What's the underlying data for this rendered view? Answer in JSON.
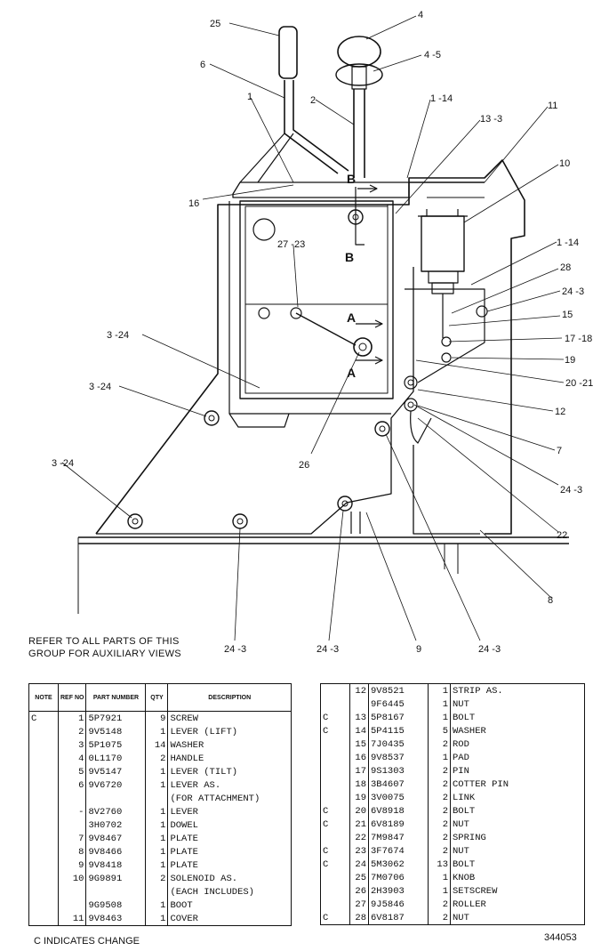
{
  "callouts": {
    "c25": "25",
    "c4": "4",
    "c4_5": "4 -5",
    "c6": "6",
    "c1": "1",
    "c2": "2",
    "c1_14a": "1 -14",
    "c13_3": "13 -3",
    "c11": "11",
    "c10": "10",
    "c16": "16",
    "c27_23": "27 -23",
    "c1_14b": "1 -14",
    "c28": "28",
    "c24_3a": "24 -3",
    "c15": "15",
    "c17_18": "17 -18",
    "c19": "19",
    "c20_21": "20 -21",
    "c3_24a": "3 -24",
    "c3_24b": "3 -24",
    "c3_24c": "3 -24",
    "c12": "12",
    "c7": "7",
    "c26": "26",
    "c24_3b": "24 -3",
    "c22": "22",
    "c8": "8",
    "c24_3c": "24 -3",
    "c24_3d": "24 -3",
    "c9": "9",
    "c24_3e": "24 -3"
  },
  "section_marks": {
    "b_top": "B",
    "b_bottom": "B",
    "a_top": "A",
    "a_bottom": "A"
  },
  "note": {
    "line1": "REFER TO ALL PARTS OF THIS",
    "line2": "GROUP FOR AUXILIARY VIEWS"
  },
  "table_headers": {
    "note": "NOTE",
    "ref": "REF NO",
    "part": "PART NUMBER",
    "qty": "QTY",
    "desc": "DESCRIPTION"
  },
  "parts_left": [
    {
      "note": "C",
      "ref": "1",
      "part": "5P7921",
      "qty": "9",
      "desc": "SCREW"
    },
    {
      "note": "",
      "ref": "2",
      "part": "9V5148",
      "qty": "1",
      "desc": "LEVER (LIFT)"
    },
    {
      "note": "",
      "ref": "3",
      "part": "5P1075",
      "qty": "14",
      "desc": "WASHER"
    },
    {
      "note": "",
      "ref": "4",
      "part": "0L1170",
      "qty": "2",
      "desc": "HANDLE"
    },
    {
      "note": "",
      "ref": "5",
      "part": "9V5147",
      "qty": "1",
      "desc": "LEVER (TILT)"
    },
    {
      "note": "",
      "ref": "6",
      "part": "9V6720",
      "qty": "1",
      "desc": "LEVER AS."
    },
    {
      "note": "",
      "ref": "",
      "part": "",
      "qty": "",
      "desc": "(FOR ATTACHMENT)"
    },
    {
      "note": "",
      "ref": "-",
      "part": "8V2760",
      "qty": "1",
      "desc": "LEVER"
    },
    {
      "note": "",
      "ref": "",
      "part": "3H0702",
      "qty": "1",
      "desc": "DOWEL"
    },
    {
      "note": "",
      "ref": "7",
      "part": "9V8467",
      "qty": "1",
      "desc": "PLATE"
    },
    {
      "note": "",
      "ref": "8",
      "part": "9V8466",
      "qty": "1",
      "desc": "PLATE"
    },
    {
      "note": "",
      "ref": "9",
      "part": "9V8418",
      "qty": "1",
      "desc": "PLATE"
    },
    {
      "note": "",
      "ref": "10",
      "part": "9G9891",
      "qty": "2",
      "desc": "SOLENOID AS."
    },
    {
      "note": "",
      "ref": "",
      "part": "",
      "qty": "",
      "desc": "(EACH INCLUDES)"
    },
    {
      "note": "",
      "ref": "",
      "part": "9G9508",
      "qty": "1",
      "desc": "BOOT"
    },
    {
      "note": "",
      "ref": "11",
      "part": "9V8463",
      "qty": "1",
      "desc": "COVER"
    }
  ],
  "parts_right": [
    {
      "note": "",
      "ref": "12",
      "part": "9V8521",
      "qty": "1",
      "desc": "STRIP AS."
    },
    {
      "note": "",
      "ref": "",
      "part": "9F6445",
      "qty": "1",
      "desc": "NUT"
    },
    {
      "note": "C",
      "ref": "13",
      "part": "5P8167",
      "qty": "1",
      "desc": "BOLT"
    },
    {
      "note": "C",
      "ref": "14",
      "part": "5P4115",
      "qty": "5",
      "desc": "WASHER"
    },
    {
      "note": "",
      "ref": "15",
      "part": "7J0435",
      "qty": "2",
      "desc": "ROD"
    },
    {
      "note": "",
      "ref": "16",
      "part": "9V8537",
      "qty": "1",
      "desc": "PAD"
    },
    {
      "note": "",
      "ref": "17",
      "part": "9S1303",
      "qty": "2",
      "desc": "PIN"
    },
    {
      "note": "",
      "ref": "18",
      "part": "3B4607",
      "qty": "2",
      "desc": "COTTER PIN"
    },
    {
      "note": "",
      "ref": "19",
      "part": "3V0075",
      "qty": "2",
      "desc": "LINK"
    },
    {
      "note": "C",
      "ref": "20",
      "part": "6V8918",
      "qty": "2",
      "desc": "BOLT"
    },
    {
      "note": "C",
      "ref": "21",
      "part": "6V8189",
      "qty": "2",
      "desc": "NUT"
    },
    {
      "note": "",
      "ref": "22",
      "part": "7M9847",
      "qty": "2",
      "desc": "SPRING"
    },
    {
      "note": "C",
      "ref": "23",
      "part": "3F7674",
      "qty": "2",
      "desc": "NUT"
    },
    {
      "note": "C",
      "ref": "24",
      "part": "5M3062",
      "qty": "13",
      "desc": "BOLT"
    },
    {
      "note": "",
      "ref": "25",
      "part": "7M0706",
      "qty": "1",
      "desc": "KNOB"
    },
    {
      "note": "",
      "ref": "26",
      "part": "2H3903",
      "qty": "1",
      "desc": "SETSCREW"
    },
    {
      "note": "",
      "ref": "27",
      "part": "9J5846",
      "qty": "2",
      "desc": "ROLLER"
    },
    {
      "note": "C",
      "ref": "28",
      "part": "6V8187",
      "qty": "2",
      "desc": "NUT"
    }
  ],
  "legend": "C   INDICATES CHANGE",
  "drawing_number": "344053"
}
